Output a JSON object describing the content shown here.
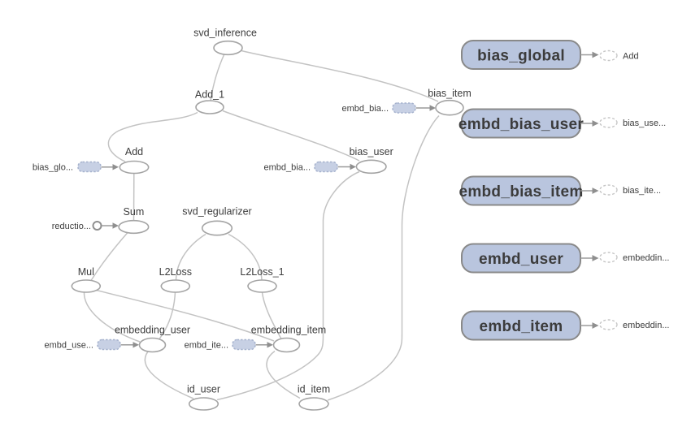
{
  "diagram": {
    "kind": "tensorboard-computation-graph",
    "colors": {
      "background": "#ffffff",
      "edge": "#c3c3c3",
      "op_node_stroke": "#a4a4a4",
      "op_node_fill": "#ffffff",
      "label_text": "#3c3c3c",
      "aux_node_fill": "#b9c5de",
      "aux_node_stroke": "#898989",
      "input_stub_fill": "#c7d0e4",
      "input_stub_stroke": "#a6b2cd",
      "arrow": "#8f8f8f"
    },
    "op_nodes": [
      {
        "id": "svd_inference",
        "label": "svd_inference"
      },
      {
        "id": "Add_1",
        "label": "Add_1"
      },
      {
        "id": "bias_item",
        "label": "bias_item"
      },
      {
        "id": "Add",
        "label": "Add"
      },
      {
        "id": "bias_user",
        "label": "bias_user"
      },
      {
        "id": "Sum",
        "label": "Sum"
      },
      {
        "id": "svd_regularizer",
        "label": "svd_regularizer"
      },
      {
        "id": "Mul",
        "label": "Mul"
      },
      {
        "id": "L2Loss",
        "label": "L2Loss"
      },
      {
        "id": "L2Loss_1",
        "label": "L2Loss_1"
      },
      {
        "id": "embedding_user",
        "label": "embedding_user"
      },
      {
        "id": "embedding_item",
        "label": "embedding_item"
      },
      {
        "id": "id_user",
        "label": "id_user"
      },
      {
        "id": "id_item",
        "label": "id_item"
      }
    ],
    "input_stubs": [
      {
        "label": "bias_glo...",
        "target": "Add"
      },
      {
        "label": "embd_bia...",
        "target": "bias_item"
      },
      {
        "label": "embd_bia...",
        "target": "bias_user"
      },
      {
        "label": "reductio...",
        "target": "Sum"
      },
      {
        "label": "embd_use...",
        "target": "embedding_user"
      },
      {
        "label": "embd_ite...",
        "target": "embedding_item"
      }
    ],
    "aux_nodes": [
      {
        "label": "bias_global",
        "output": "Add"
      },
      {
        "label": "embd_bias_user",
        "output": "bias_use..."
      },
      {
        "label": "embd_bias_item",
        "output": "bias_ite..."
      },
      {
        "label": "embd_user",
        "output": "embeddin..."
      },
      {
        "label": "embd_item",
        "output": "embeddin..."
      }
    ]
  }
}
